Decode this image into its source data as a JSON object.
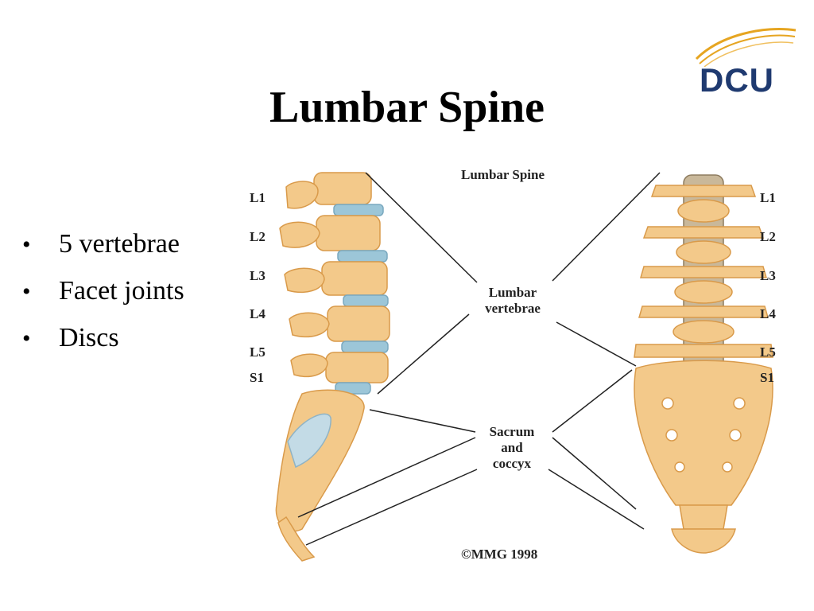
{
  "slide": {
    "title": "Lumbar Spine"
  },
  "logo": {
    "text": "DCU",
    "colors": {
      "text": "#1f3a70",
      "swoosh": "#e6a521"
    }
  },
  "bullets": [
    "5 vertebrae",
    "Facet joints",
    "Discs"
  ],
  "figure": {
    "header": "Lumbar Spine",
    "labels_left": [
      "L1",
      "L2",
      "L3",
      "L4",
      "L5",
      "S1"
    ],
    "labels_right": [
      "L1",
      "L2",
      "L3",
      "L4",
      "L5",
      "S1"
    ],
    "callout_vertebrae": [
      "Lumbar",
      "vertebrae"
    ],
    "callout_sacrum": [
      "Sacrum",
      "and",
      "coccyx"
    ],
    "copyright": "©MMG 1998",
    "colors": {
      "bone": "#f3c98a",
      "bone_shadow": "#d99a4a",
      "disc": "#9cc6d8"
    }
  }
}
